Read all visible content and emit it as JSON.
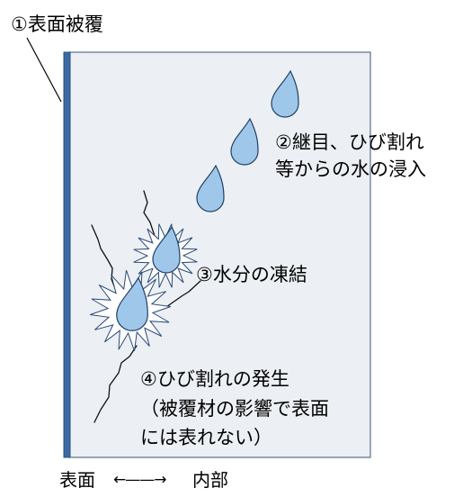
{
  "labels": {
    "coating": "①表面被覆",
    "joint_line1": "②継目、ひび割れ",
    "joint_line2": "等からの水の浸入",
    "freeze": "③水分の凍結",
    "crack_line1": "④ひび割れの発生",
    "crack_line2": "（被覆材の影響で表面",
    "crack_line3": "には表れない）",
    "axis_left": "表面",
    "axis_arrow": "←——→",
    "axis_right": "内部"
  },
  "colors": {
    "panel_fill": "#eceff3",
    "panel_border": "#5a6e8a",
    "coating_bar": "#3c6aa3",
    "coating_bar_dark": "#2a4f7f",
    "droplet_fill": "#9fc7ea",
    "droplet_stroke": "#1e3f66",
    "burst_fill": "#ffffff",
    "burst_stroke": "#2a4a7a",
    "crack_stroke": "#111111"
  },
  "icons": {
    "droplet": "water-drop-icon",
    "burst": "ice-burst-icon"
  }
}
